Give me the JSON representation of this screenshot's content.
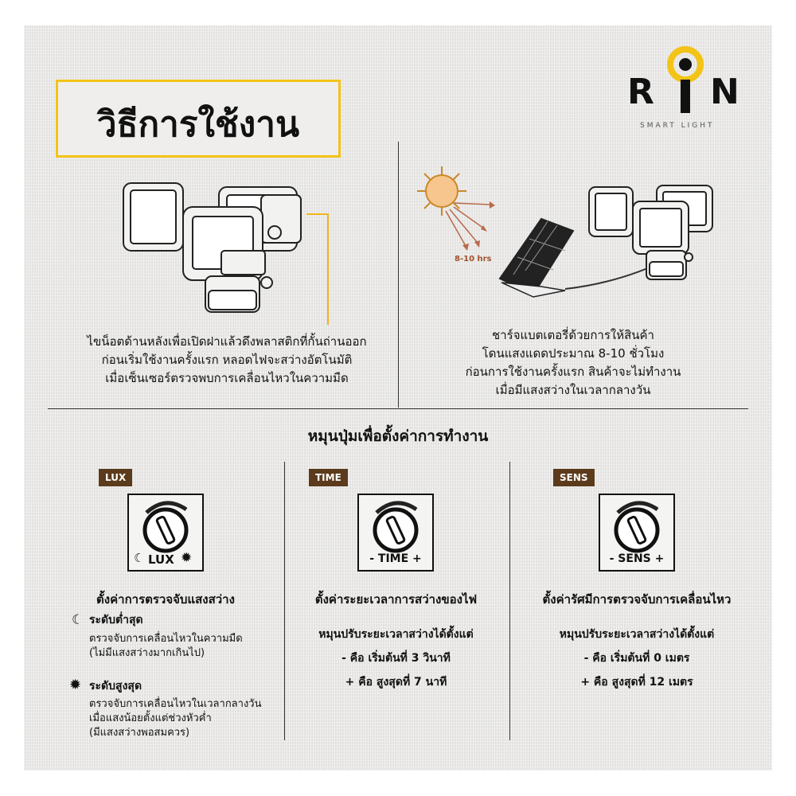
{
  "brand": {
    "logo_letters": [
      "R",
      "i",
      "N"
    ],
    "logo_sub": "SMART LIGHT",
    "accent": "#f3c318",
    "tag_color": "#5b3b1c"
  },
  "header": {
    "title": "วิธีการใช้งาน"
  },
  "left_panel": {
    "lines": [
      "ไขน็อตด้านหลังเพื่อเปิดฝาแล้วดึงพลาสติกที่กั้นถ่านออก",
      "ก่อนเริ่มใช้งานครั้งแรก หลอดไฟจะสว่างอัตโนมัติ",
      "เมื่อเซ็นเซอร์ตรวจพบการเคลื่อนไหวในความมืด"
    ]
  },
  "right_panel": {
    "sun_label": "8-10 hrs",
    "lines": [
      "ชาร์จแบตเตอรี่ด้วยการให้สินค้า",
      "โดนแสงแดดประมาณ 8-10 ชั่วโมง",
      "ก่อนการใช้งานครั้งแรก สินค้าจะไม่ทำงาน",
      "เมื่อมีแสงสว่างในเวลากลางวัน"
    ]
  },
  "settings": {
    "title": "หมุนปุ่มเพื่อตั้งค่าการทำงาน",
    "lux": {
      "tag": "LUX",
      "dial_label": "LUX",
      "heading": "ตั้งค่าการตรวจจับแสงสว่าง",
      "low_title": "ระดับต่ำสุด",
      "low_lines": [
        "ตรวจจับการเคลื่อนไหวในความมืด",
        "(ไม่มีแสงสว่างมากเกินไป)"
      ],
      "high_title": "ระดับสูงสุด",
      "high_lines": [
        "ตรวจจับการเคลื่อนไหวในเวลากลางวัน",
        "เมื่อแสงน้อยตั้งแต่ช่วงหัวค่ำ",
        "(มีแสงสว่างพอสมควร)"
      ]
    },
    "time": {
      "tag": "TIME",
      "dial_label": "- TIME +",
      "heading": "ตั้งค่าระยะเวลาการสว่างของไฟ",
      "lines": [
        "หมุนปรับระยะเวลาสว่างได้ตั้งแต่",
        "- คือ เริ่มต้นที่ 3 วินาที",
        "+ คือ สูงสุดที่ 7 นาที"
      ]
    },
    "sens": {
      "tag": "SENS",
      "dial_label": "- SENS +",
      "heading": "ตั้งค่ารัศมีการตรวจจับการเคลื่อนไหว",
      "lines": [
        "หมุนปรับระยะเวลาสว่างได้ตั้งแต่",
        "- คือ เริ่มต้นที่ 0 เมตร",
        "+ คือ สูงสุดที่ 12 เมตร"
      ]
    }
  }
}
